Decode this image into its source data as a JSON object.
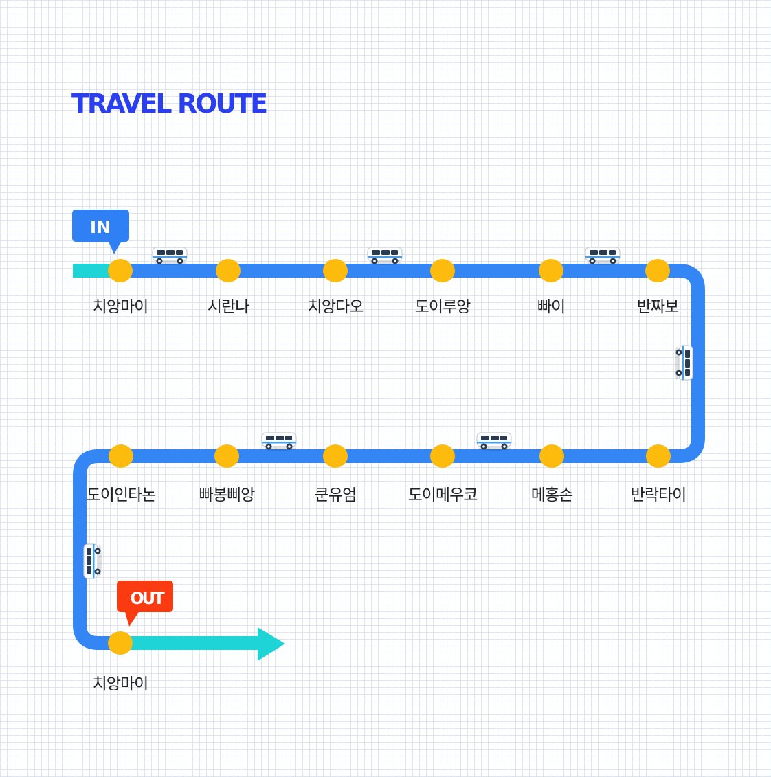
{
  "title": "TRAVEL ROUTE",
  "badges": {
    "in": "IN",
    "out": "OUT"
  },
  "stops": [
    "치앙마이",
    "시란나",
    "치앙다오",
    "도이루앙",
    "빠이",
    "반짜보",
    "반락타이",
    "메홍손",
    "도이메우코",
    "쿤유엄",
    "빠봉삐앙",
    "도이인타논",
    "치앙마이"
  ],
  "colors": {
    "title": "#2a3ff0",
    "route": "#3486f4",
    "lead": "#1fd4d6",
    "stop": "#fdbb0d",
    "in_badge": "#2f7ff5",
    "out_badge": "#fa3a10",
    "grid": "#dde6f0"
  },
  "icons": [
    "van-icon"
  ]
}
